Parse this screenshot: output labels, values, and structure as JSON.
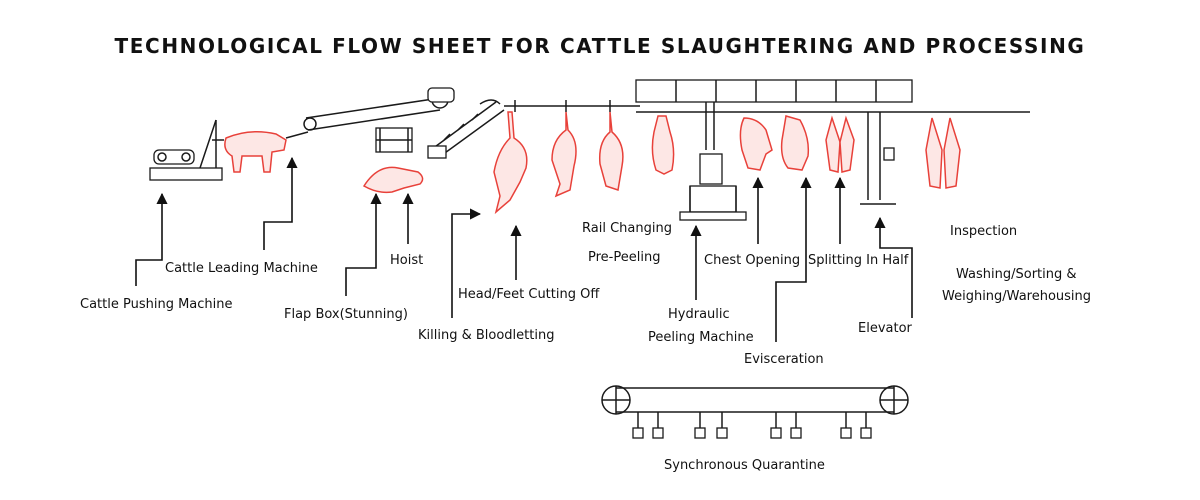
{
  "title": "TECHNOLOGICAL FLOW SHEET FOR CATTLE SLAUGHTERING AND PROCESSING",
  "labels": {
    "cattle_pushing": "Cattle Pushing Machine",
    "cattle_leading": "Cattle Leading Machine",
    "flap_box": "Flap Box(Stunning)",
    "hoist": "Hoist",
    "killing": "Killing & Bloodletting",
    "head_feet": "Head/Feet Cutting Off",
    "rail_changing": "Rail Changing",
    "pre_peeling": "Pre-Peeling",
    "hydraulic_1": "Hydraulic",
    "hydraulic_2": "Peeling Machine",
    "chest_opening": "Chest Opening",
    "evisceration": "Evisceration",
    "splitting": "Splitting In Half",
    "elevator": "Elevator",
    "inspection": "Inspection",
    "washing_1": "Washing/Sorting &",
    "washing_2": "Weighing/Warehousing",
    "sync_quarantine": "Synchronous Quarantine"
  }
}
